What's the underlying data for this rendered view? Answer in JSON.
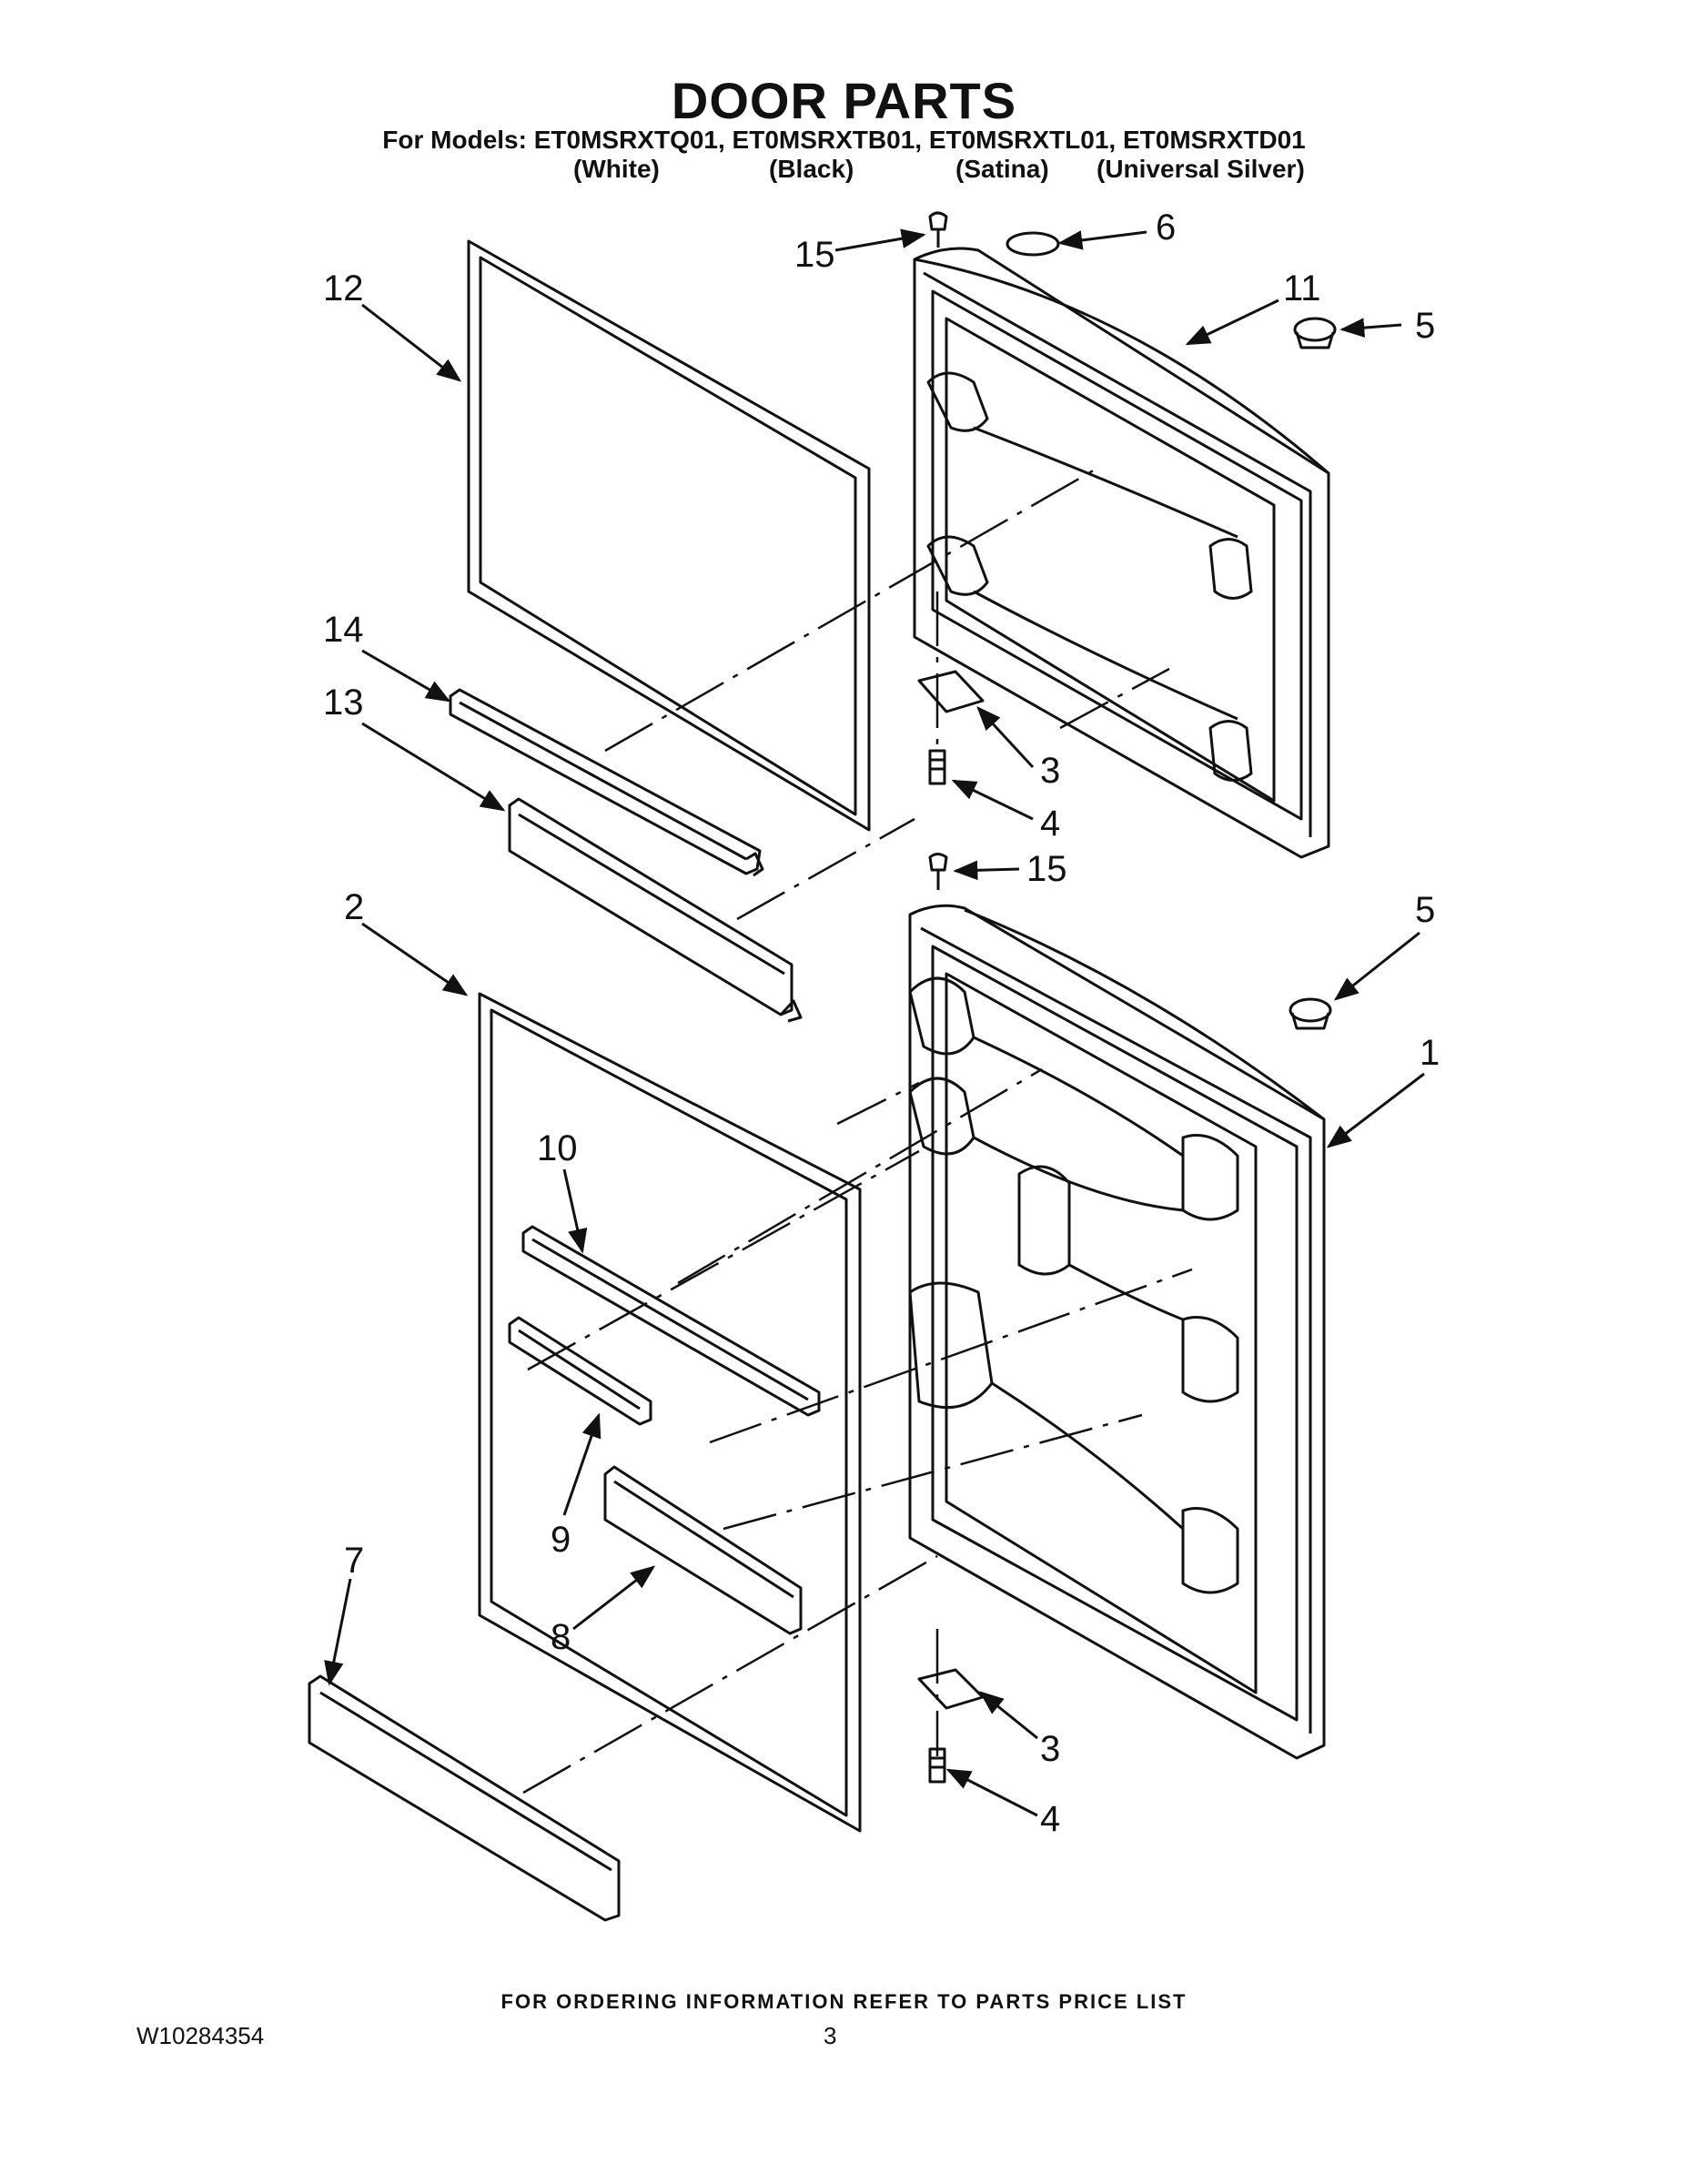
{
  "header": {
    "title": "DOOR PARTS",
    "models_line": "For Models: ET0MSRXTQ01, ET0MSRXTB01, ET0MSRXTL01, ET0MSRXTD01",
    "variants": [
      "(White)",
      "(Black)",
      "(Satina)",
      "(Universal Silver)"
    ]
  },
  "callouts": {
    "p1": "1",
    "p2": "2",
    "p3a": "3",
    "p3b": "3",
    "p4a": "4",
    "p4b": "4",
    "p5a": "5",
    "p5b": "5",
    "p6": "6",
    "p7": "7",
    "p8": "8",
    "p9": "9",
    "p10": "10",
    "p11": "11",
    "p12": "12",
    "p13": "13",
    "p14": "14",
    "p15a": "15",
    "p15b": "15"
  },
  "footer": {
    "note": "FOR ORDERING INFORMATION REFER TO PARTS PRICE LIST",
    "doc_number": "W10284354",
    "page_number": "3"
  }
}
